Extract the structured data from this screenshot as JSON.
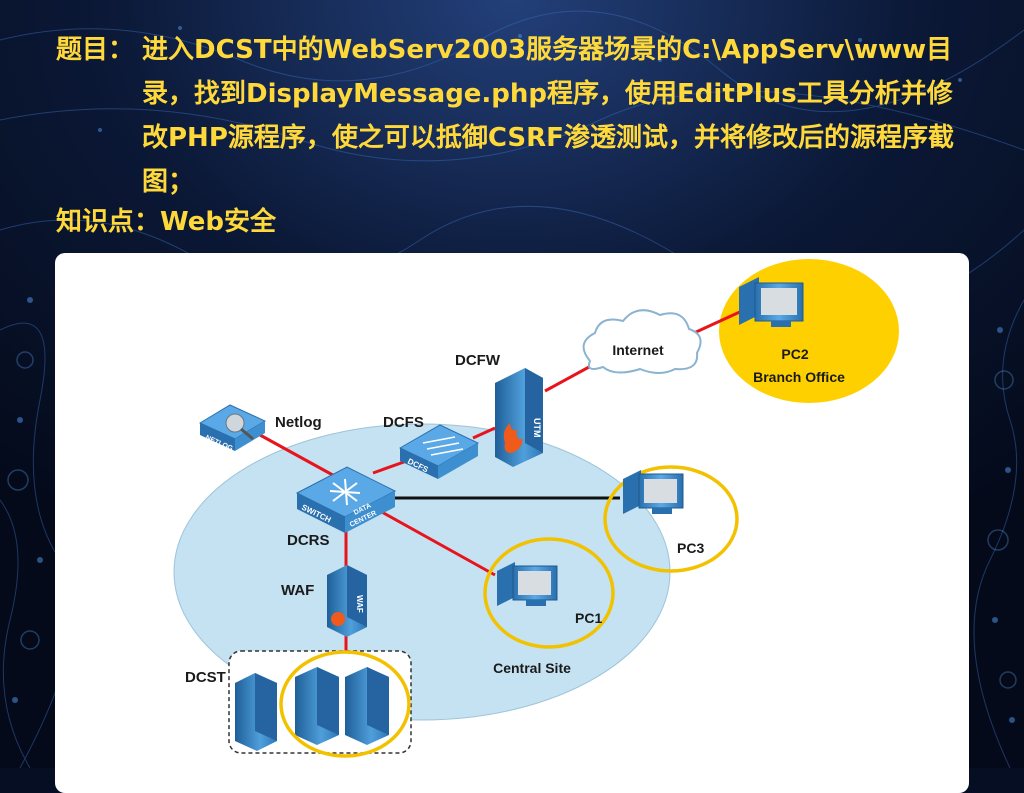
{
  "task": {
    "label": "题目：",
    "text": "进入DCST中的WebServ2003服务器场景的C:\\AppServ\\www目录，找到DisplayMessage.php程序，使用EditPlus工具分析并修改PHP源程序，使之可以抵御CSRF渗透测试，并将修改后的源程序截图；"
  },
  "knowledge": {
    "label": "知识点：",
    "text": "Web安全"
  },
  "diagram": {
    "labels": {
      "internet": "Internet",
      "dcfw": "DCFW",
      "netlog": "Netlog",
      "dcfs": "DCFS",
      "dcrs": "DCRS",
      "waf": "WAF",
      "dcst": "DCST",
      "pc1": "PC1",
      "pc2": "PC2",
      "branch_office": "Branch Office",
      "pc3": "PC3",
      "central_site": "Central Site"
    },
    "device_text": {
      "netlog_tag": "NETLOG",
      "dcfs_tag": "DCFS",
      "switch_tag": "SWITCH",
      "datacenter_tag_1": "DATA",
      "datacenter_tag_2": "CENTER",
      "utm_tag": "UTM",
      "waf_tag": "WAF"
    },
    "colors": {
      "site_fill": "#c4e2f2",
      "highlight_ring": "#f2c200",
      "branch_fill": "#ffd000",
      "link_red": "#e8141c",
      "link_black": "#111111",
      "device_blue": "#3d8fcf"
    }
  }
}
